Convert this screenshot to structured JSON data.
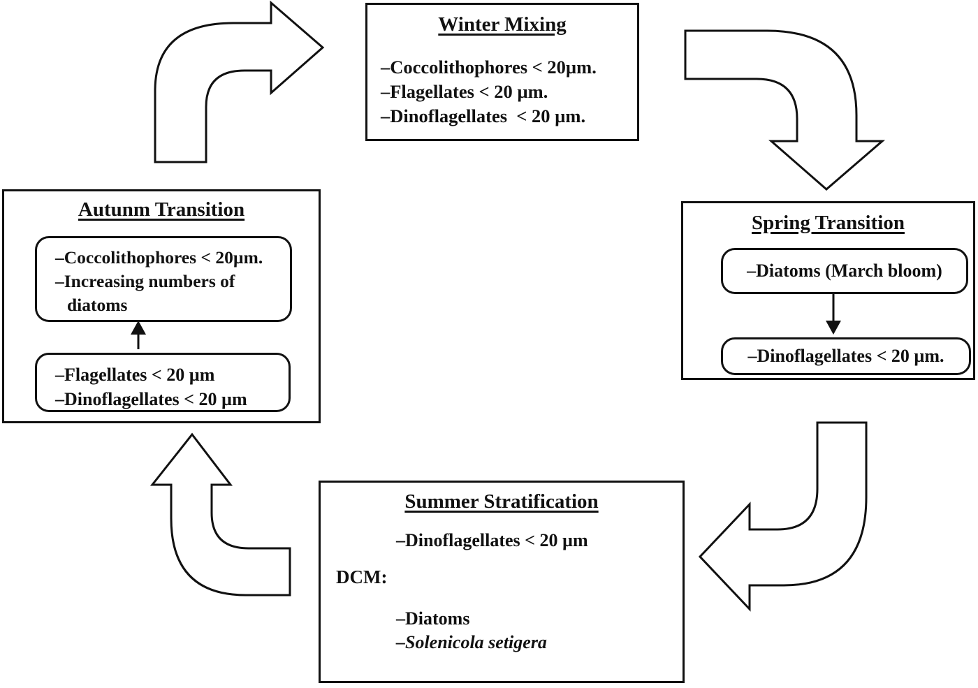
{
  "boxes": {
    "winter": {
      "title": "Winter Mixing",
      "items": [
        "–Coccolithophores < 20µm.",
        "–Flagellates < 20 µm.",
        "–Dinoflagellates  < 20 µm."
      ]
    },
    "spring": {
      "title": "Spring Transition",
      "diatoms_box": "–Diatoms (March bloom)",
      "dinoflagellates_box": "–Dinoflagellates < 20 µm."
    },
    "autumn": {
      "title": "Autunm Transition",
      "upper_box_lines": [
        "–Coccolithophores < 20µm.",
        "–Increasing numbers of",
        "diatoms"
      ],
      "lower_box_lines": [
        "–Flagellates < 20 µm",
        "–Dinoflagellates < 20 µm"
      ]
    },
    "summer": {
      "title": "Summer Stratification",
      "surface_item": "–Dinoflagellates < 20 µm",
      "dcm_label": "DCM:",
      "dcm_items": [
        "–Diatoms",
        "–Solenicola setigera"
      ]
    }
  },
  "arrows": {
    "cycle": [
      "autumn-to-winter",
      "winter-to-spring",
      "spring-to-summer",
      "summer-to-autumn"
    ],
    "inner": [
      "diatoms-to-dinoflagellates",
      "lower-box-to-upper-box"
    ]
  },
  "colors": {
    "ink": "#111111",
    "background": "#ffffff"
  }
}
